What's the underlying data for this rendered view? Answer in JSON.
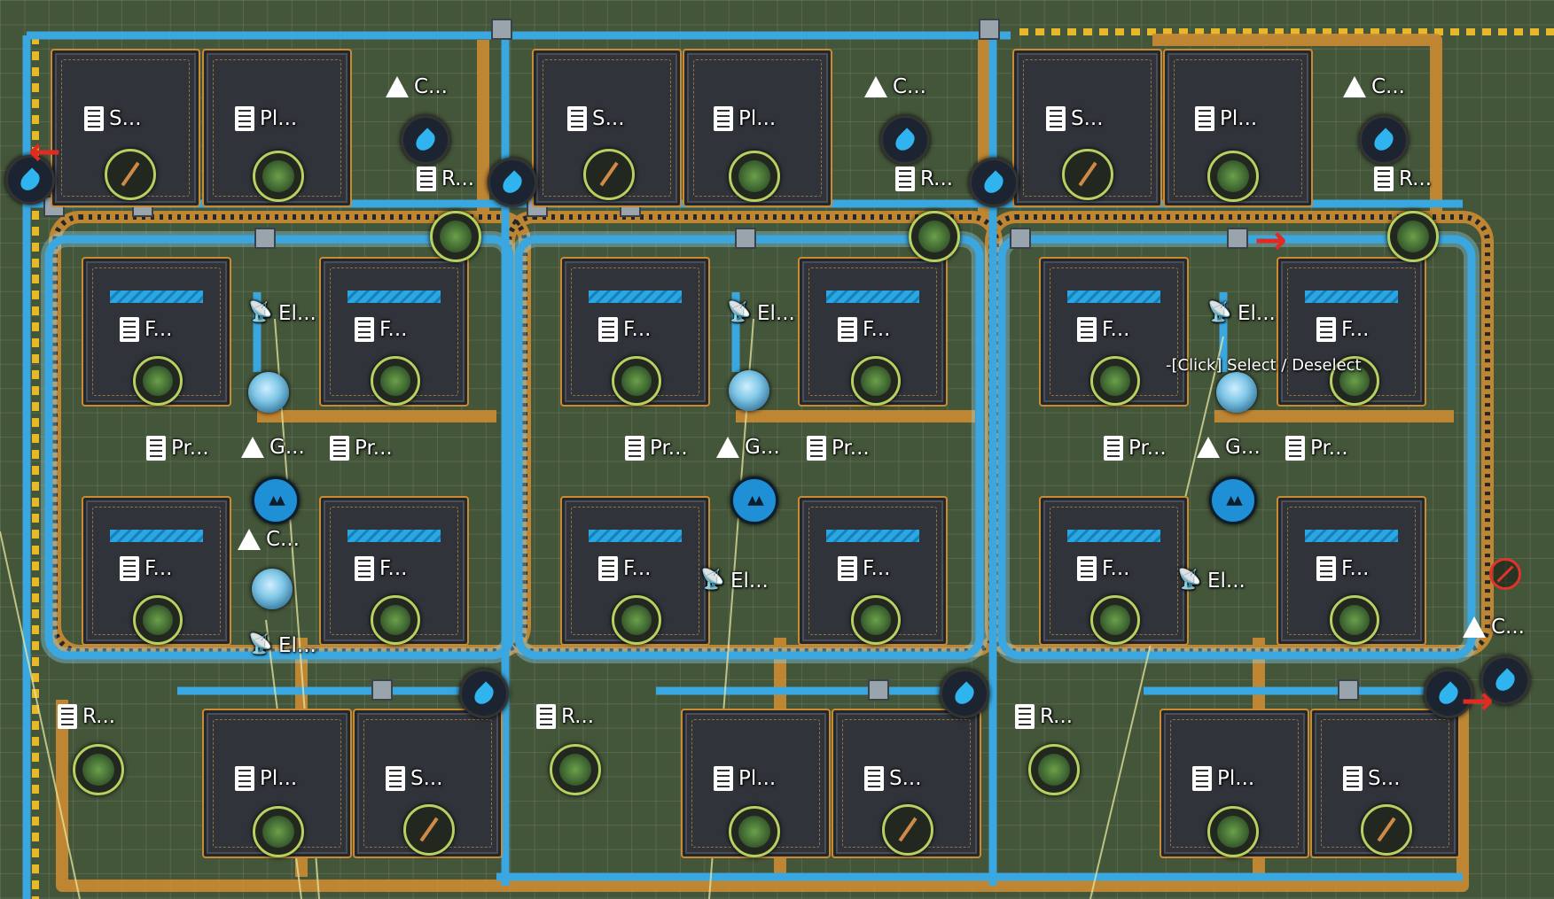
{
  "colors": {
    "ground": "#44563a",
    "conveyor": "#c98a32",
    "pipe": "#3aa7e0",
    "pipe_glow": "#8fdcff",
    "hazard": "#e6b82a",
    "accent_red": "#e02a22"
  },
  "labels": {
    "cell_1": {
      "storage": "S...",
      "planter": "Pl...",
      "constructor": "C...",
      "refinery": "R...",
      "fab_1": "F...",
      "fab_2": "F...",
      "fab_3": "F...",
      "fab_4": "F...",
      "electrical_1": "El...",
      "electrical_2": "El...",
      "generator": "G...",
      "processor_1": "Pr...",
      "processor_2": "Pr...",
      "constructor_2": "C...",
      "refinery_bottom": "R...",
      "planter_bottom": "Pl...",
      "storage_bottom": "S..."
    },
    "cell_2": {
      "storage": "S...",
      "planter": "Pl...",
      "constructor": "C...",
      "refinery": "R...",
      "fab_1": "F...",
      "fab_2": "F...",
      "fab_3": "F...",
      "fab_4": "F...",
      "electrical_1": "El...",
      "electrical_2": "El...",
      "generator": "G...",
      "processor_1": "Pr...",
      "processor_2": "Pr...",
      "refinery_bottom": "R...",
      "planter_bottom": "Pl...",
      "storage_bottom": "S..."
    },
    "cell_3": {
      "storage": "S...",
      "planter": "Pl...",
      "constructor": "C...",
      "refinery": "R...",
      "fab_1": "F...",
      "fab_2": "F...",
      "fab_3": "F...",
      "fab_4": "F...",
      "electrical_1": "El...",
      "electrical_2": "El...",
      "generator": "G...",
      "processor_1": "Pr...",
      "processor_2": "Pr...",
      "refinery_bottom": "R...",
      "planter_bottom": "Pl...",
      "storage_bottom": "S..."
    },
    "edge_constructor": "C..."
  },
  "tooltip": "-[Click] Select / Deselect",
  "icons": [
    "water-drop-icon",
    "crop-icon",
    "tool-icon",
    "mountain-icon",
    "antenna-icon",
    "document-icon",
    "flask-icon",
    "cancel-icon",
    "red-arrow-icon"
  ]
}
